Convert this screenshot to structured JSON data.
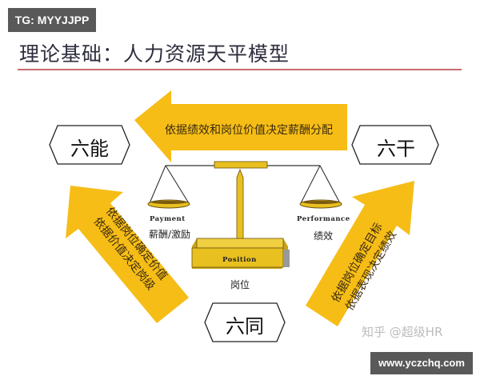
{
  "watermark_top": "TG: MYYJJPP",
  "title": "理论基础：人力资源天平模型",
  "hexagons": {
    "left": "六能",
    "right": "六干",
    "bottom": "六同"
  },
  "arrows": {
    "top": "依据绩效和岗位价值决定薪酬分配",
    "left_line1": "依据岗位确定价值",
    "left_line2": "依据价值决定岗级",
    "right_line1": "依据岗位确定目标",
    "right_line2": "依据表现决定绩效"
  },
  "scale": {
    "left_en": "Payment",
    "left_cn": "薪酬/激励",
    "right_en": "Performance",
    "right_cn": "绩效",
    "base_en": "Position",
    "base_cn": "岗位"
  },
  "colors": {
    "arrow": "#f6bd16",
    "gold": "#e8c020",
    "dark_gold": "#8a6a10"
  },
  "footer": {
    "zhihu": "知乎 @超级HR",
    "site": "www.yczchq.com"
  }
}
